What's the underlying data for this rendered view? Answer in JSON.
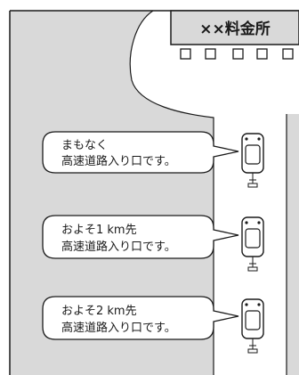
{
  "toll_gate": {
    "sign_text": "××料金所"
  },
  "callouts": [
    {
      "line1": "まもなく",
      "line2": "高速道路入り口です。"
    },
    {
      "line1": "およそ1 km先",
      "line2": "高速道路入り口です。"
    },
    {
      "line1": "およそ2 km先",
      "line2": "高速道路入り口です。"
    }
  ],
  "colors": {
    "road_fill": "#d9d9d9",
    "border": "#1a1a1a",
    "sign_fill": "#d9d9d9",
    "car_fill": "#ffffff",
    "background": "#ffffff"
  }
}
